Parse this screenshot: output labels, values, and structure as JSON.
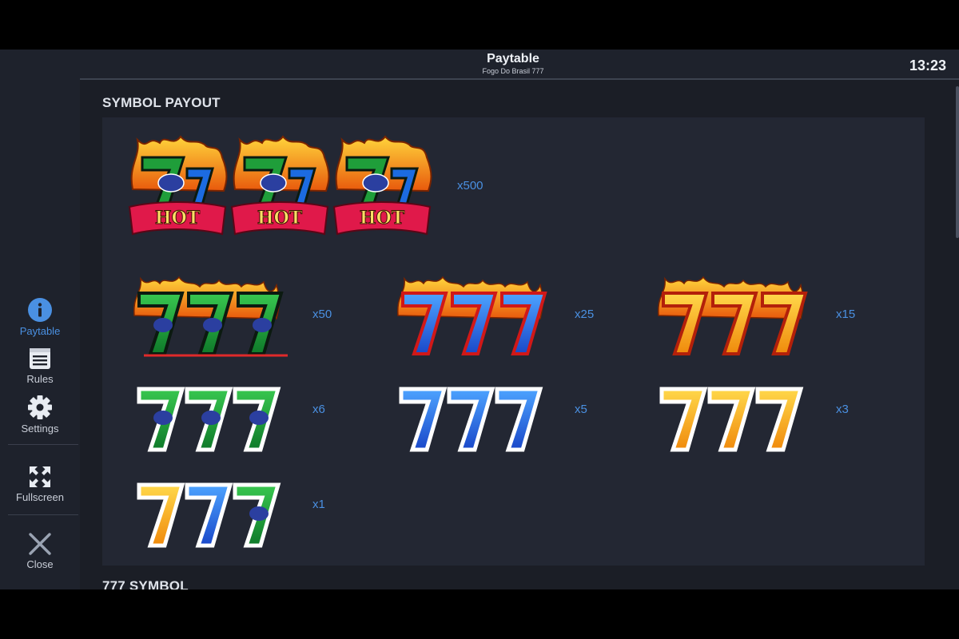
{
  "header": {
    "title": "Paytable",
    "subtitle": "Fogo Do Brasil 777",
    "clock": "13:23"
  },
  "sidebar": {
    "items": [
      {
        "label": "Paytable",
        "icon": "info-icon",
        "active": true
      },
      {
        "label": "Rules",
        "icon": "rules-icon"
      },
      {
        "label": "Settings",
        "icon": "gear-icon"
      },
      {
        "label": "Fullscreen",
        "icon": "fullscreen-icon"
      },
      {
        "label": "Close",
        "icon": "close-icon"
      }
    ]
  },
  "sections": {
    "symbol_payout": "SYMBOL PAYOUT",
    "next": "777 SYMBOL"
  },
  "payouts": [
    {
      "symbol": "Hot Brazil 7 x3",
      "multiplier": "x500"
    },
    {
      "symbol": "Burning Brazil 777",
      "multiplier": "x50"
    },
    {
      "symbol": "Burning Blue 777",
      "multiplier": "x25"
    },
    {
      "symbol": "Burning Orange 777",
      "multiplier": "x15"
    },
    {
      "symbol": "Brazil 777",
      "multiplier": "x6"
    },
    {
      "symbol": "Blue 777",
      "multiplier": "x5"
    },
    {
      "symbol": "Orange 777",
      "multiplier": "x3"
    },
    {
      "symbol": "Mixed 777",
      "multiplier": "x1"
    }
  ],
  "colors": {
    "accent": "#4a90e2",
    "panel": "#232733",
    "background": "#1b1e26"
  },
  "hot_label": "HOT"
}
